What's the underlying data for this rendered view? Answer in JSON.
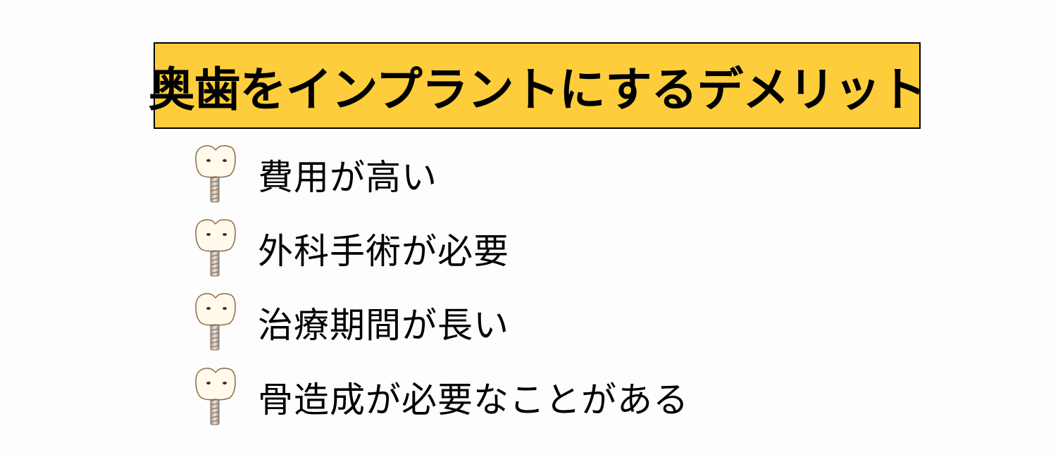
{
  "title": "奥歯をインプラントにするデメリット",
  "colors": {
    "title_background": "#fdcd3b",
    "title_border": "#000000",
    "page_background": "#fdfdfd",
    "icon_crown_fill": "#fffaec",
    "icon_outline": "#8b6a4a"
  },
  "items": [
    {
      "icon": "implant-tooth-icon",
      "label": "費用が高い"
    },
    {
      "icon": "implant-tooth-icon",
      "label": "外科手術が必要"
    },
    {
      "icon": "implant-tooth-icon",
      "label": "治療期間が長い"
    },
    {
      "icon": "implant-tooth-icon",
      "label": "骨造成が必要なことがある"
    }
  ]
}
